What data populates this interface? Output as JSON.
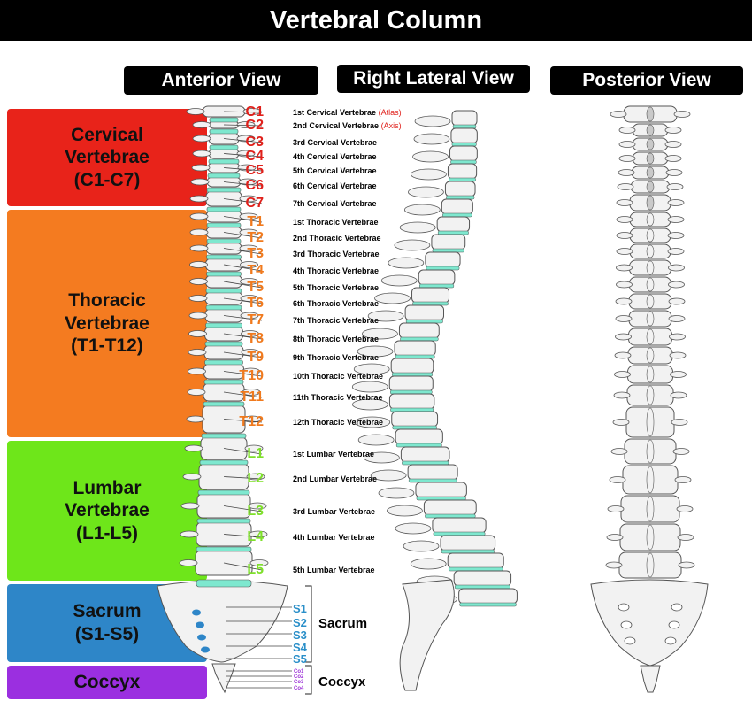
{
  "title": "Vertebral Column",
  "views": {
    "anterior": "Anterior View",
    "lateral": "Right Lateral View",
    "posterior": "Posterior View"
  },
  "regions": [
    {
      "label": "Cervical\nVertebrae\n(C1-C7)",
      "color": "#e8231a"
    },
    {
      "label": "Thoracic\nVertebrae\n(T1-T12)",
      "color": "#f47b20"
    },
    {
      "label": "Lumbar\nVertebrae\n(L1-L5)",
      "color": "#6ee61a"
    },
    {
      "label": "Sacrum\n(S1-S5)",
      "color": "#2e86c8"
    },
    {
      "label": "Coccyx",
      "color": "#9b2fe0"
    }
  ],
  "vertebrae": [
    {
      "code": "C1",
      "name": "1st Cervical Vertebrae",
      "note": "(Atlas)"
    },
    {
      "code": "C2",
      "name": "2nd Cervical Vertebrae",
      "note": "(Axis)"
    },
    {
      "code": "C3",
      "name": "3rd Cervical Vertebrae"
    },
    {
      "code": "C4",
      "name": "4th Cervical Vertebrae"
    },
    {
      "code": "C5",
      "name": "5th Cervical Vertebrae"
    },
    {
      "code": "C6",
      "name": "6th Cervical Vertebrae"
    },
    {
      "code": "C7",
      "name": "7th Cervical Vertebrae"
    },
    {
      "code": "T1",
      "name": "1st Thoracic Vertebrae"
    },
    {
      "code": "T2",
      "name": "2nd Thoracic Vertebrae"
    },
    {
      "code": "T3",
      "name": "3rd Thoracic Vertebrae"
    },
    {
      "code": "T4",
      "name": "4th Thoracic Vertebrae"
    },
    {
      "code": "T5",
      "name": "5th Thoracic Vertebrae"
    },
    {
      "code": "T6",
      "name": "6th Thoracic Vertebrae"
    },
    {
      "code": "T7",
      "name": "7th Thoracic Vertebrae"
    },
    {
      "code": "T8",
      "name": "8th Thoracic Vertebrae"
    },
    {
      "code": "T9",
      "name": "9th Thoracic Vertebrae"
    },
    {
      "code": "T10",
      "name": "10th Thoracic Vertebrae"
    },
    {
      "code": "T11",
      "name": "11th Thoracic Vertebrae"
    },
    {
      "code": "T12",
      "name": "12th Thoracic Vertebrae"
    },
    {
      "code": "L1",
      "name": "1st Lumbar Vertebrae"
    },
    {
      "code": "L2",
      "name": "2nd Lumbar Vertebrae"
    },
    {
      "code": "L3",
      "name": "3rd Lumbar Vertebrae"
    },
    {
      "code": "L4",
      "name": "4th Lumbar Vertebrae"
    },
    {
      "code": "L5",
      "name": "5th Lumbar Vertebrae"
    }
  ],
  "code_colors": {
    "cervical": "#e0201b",
    "thoracic": "#f07a1e",
    "lumbar": "#7ee02a"
  },
  "sacrum": {
    "codes": [
      "S1",
      "S2",
      "S3",
      "S4",
      "S5"
    ],
    "group_label": "Sacrum"
  },
  "coccyx": {
    "codes": [
      "Co1",
      "Co2",
      "Co3",
      "Co4"
    ],
    "group_label": "Coccyx"
  },
  "colors": {
    "disc": "#7ee8cf",
    "bone": "#f2f2f2",
    "outline": "#555555",
    "shade": "#c9c9c9"
  }
}
